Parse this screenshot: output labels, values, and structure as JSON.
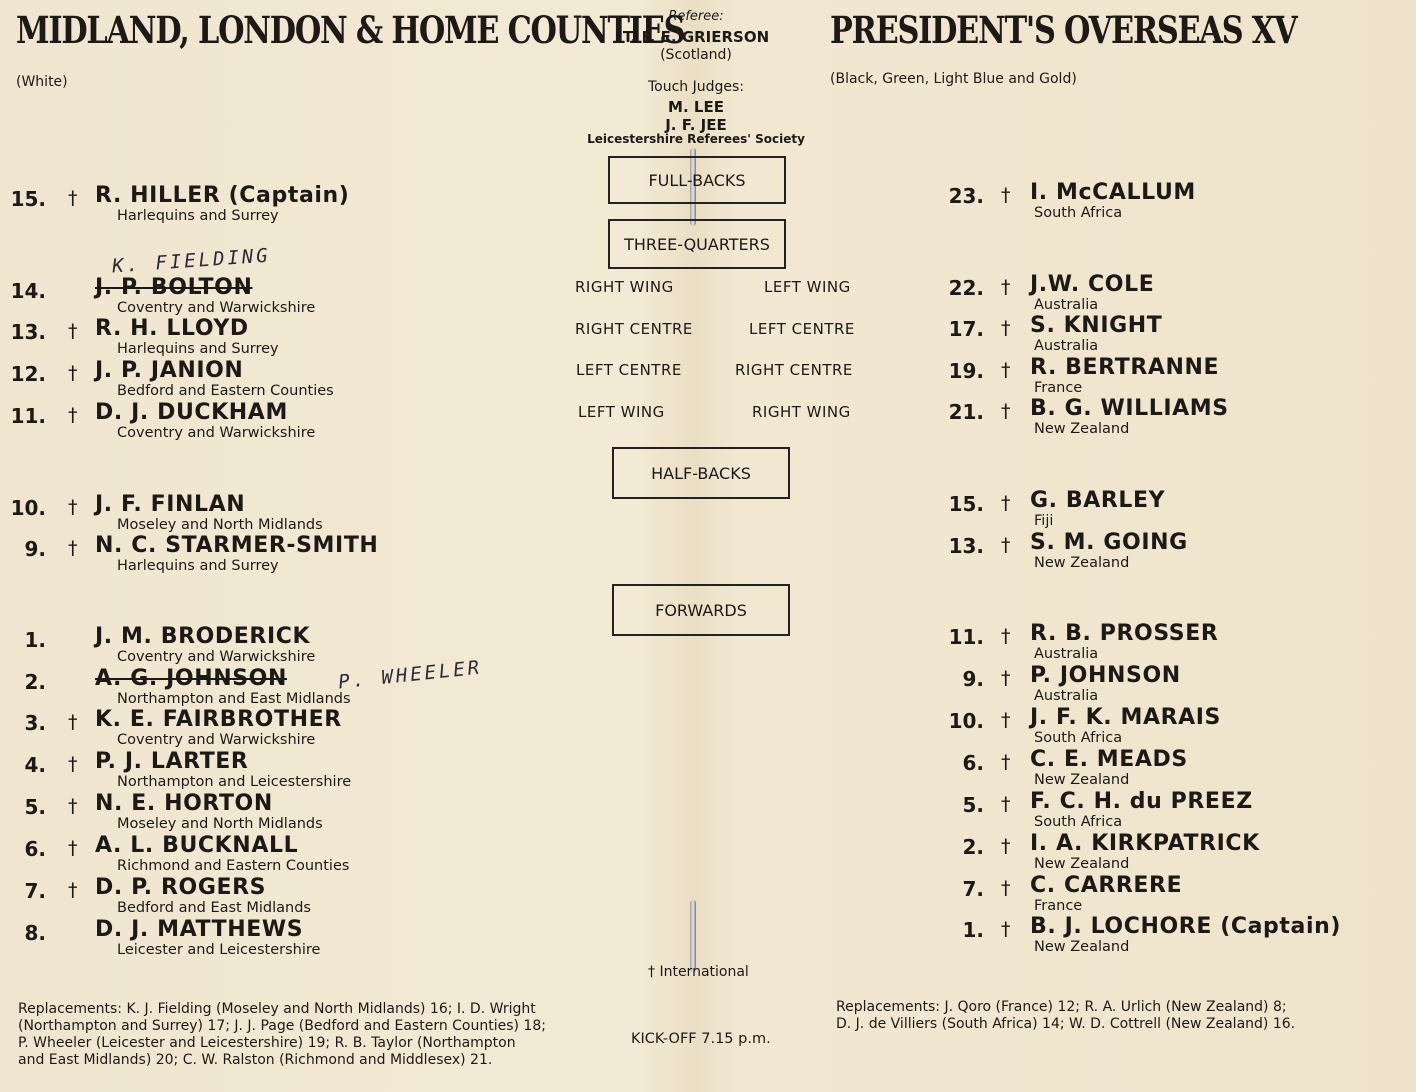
{
  "left_team": {
    "title": "MIDLAND, LONDON & HOME COUNTIES",
    "colours": "(White)",
    "players": [
      {
        "num": "15.",
        "dagger": "†",
        "name": "R. HILLER (Captain)",
        "club": "Harlequins and Surrey",
        "struck": false
      },
      {
        "num": "14.",
        "dagger": "",
        "name": "J. P. BOLTON",
        "club": "Coventry and Warwickshire",
        "struck": true
      },
      {
        "num": "13.",
        "dagger": "†",
        "name": "R. H. LLOYD",
        "club": "Harlequins and Surrey",
        "struck": false
      },
      {
        "num": "12.",
        "dagger": "†",
        "name": "J. P. JANION",
        "club": "Bedford and Eastern Counties",
        "struck": false
      },
      {
        "num": "11.",
        "dagger": "†",
        "name": "D. J. DUCKHAM",
        "club": "Coventry and Warwickshire",
        "struck": false
      },
      {
        "num": "10.",
        "dagger": "†",
        "name": "J. F. FINLAN",
        "club": "Moseley and North Midlands",
        "struck": false
      },
      {
        "num": "9.",
        "dagger": "†",
        "name": "N. C. STARMER-SMITH",
        "club": "Harlequins and Surrey",
        "struck": false
      },
      {
        "num": "1.",
        "dagger": "",
        "name": "J. M. BRODERICK",
        "club": "Coventry and Warwickshire",
        "struck": false
      },
      {
        "num": "2.",
        "dagger": "",
        "name": "A. G. JOHNSON",
        "club": "Northampton and East Midlands",
        "struck": true
      },
      {
        "num": "3.",
        "dagger": "†",
        "name": "K. E. FAIRBROTHER",
        "club": "Coventry and Warwickshire",
        "struck": false
      },
      {
        "num": "4.",
        "dagger": "†",
        "name": "P. J. LARTER",
        "club": "Northampton and Leicestershire",
        "struck": false
      },
      {
        "num": "5.",
        "dagger": "†",
        "name": "N. E. HORTON",
        "club": "Moseley and North Midlands",
        "struck": false
      },
      {
        "num": "6.",
        "dagger": "†",
        "name": "A. L. BUCKNALL",
        "club": "Richmond and Eastern Counties",
        "struck": false
      },
      {
        "num": "7.",
        "dagger": "†",
        "name": "D. P. ROGERS",
        "club": "Bedford and East Midlands",
        "struck": false
      },
      {
        "num": "8.",
        "dagger": "",
        "name": "D. J. MATTHEWS",
        "club": "Leicester and Leicestershire",
        "struck": false
      }
    ],
    "handwritten": [
      "K. FIELDING",
      "P. WHEELER"
    ],
    "replacements": [
      "Replacements: K. J. Fielding (Moseley and North Midlands) 16; I. D. Wright",
      "(Northampton and Surrey) 17; J. J. Page (Bedford and Eastern Counties) 18;",
      "P. Wheeler (Leicester and Leicestershire) 19; R. B. Taylor (Northampton",
      "and East Midlands) 20; C. W. Ralston (Richmond and Middlesex) 21."
    ]
  },
  "right_team": {
    "title": "PRESIDENT'S OVERSEAS XV",
    "colours": "(Black, Green, Light Blue and Gold)",
    "players": [
      {
        "num": "23.",
        "dagger": "†",
        "name": "I. McCALLUM",
        "club": "South Africa"
      },
      {
        "num": "22.",
        "dagger": "†",
        "name": "J.W. COLE",
        "club": "Australia"
      },
      {
        "num": "17.",
        "dagger": "†",
        "name": "S. KNIGHT",
        "club": "Australia"
      },
      {
        "num": "19.",
        "dagger": "†",
        "name": "R. BERTRANNE",
        "club": "France"
      },
      {
        "num": "21.",
        "dagger": "†",
        "name": "B. G. WILLIAMS",
        "club": "New Zealand"
      },
      {
        "num": "15.",
        "dagger": "†",
        "name": "G. BARLEY",
        "club": "Fiji"
      },
      {
        "num": "13.",
        "dagger": "†",
        "name": "S. M. GOING",
        "club": "New Zealand"
      },
      {
        "num": "11.",
        "dagger": "†",
        "name": "R. B. PROSSER",
        "club": "Australia"
      },
      {
        "num": "9.",
        "dagger": "†",
        "name": "P. JOHNSON",
        "club": "Australia"
      },
      {
        "num": "10.",
        "dagger": "†",
        "name": "J. F. K. MARAIS",
        "club": "South Africa"
      },
      {
        "num": "6.",
        "dagger": "†",
        "name": "C. E. MEADS",
        "club": "New Zealand"
      },
      {
        "num": "5.",
        "dagger": "†",
        "name": "F. C. H. du PREEZ",
        "club": "South Africa"
      },
      {
        "num": "2.",
        "dagger": "†",
        "name": "I. A. KIRKPATRICK",
        "club": "New Zealand"
      },
      {
        "num": "7.",
        "dagger": "†",
        "name": "C. CARRERE",
        "club": "France"
      },
      {
        "num": "1.",
        "dagger": "†",
        "name": "B. J. LOCHORE (Captain)",
        "club": "New Zealand"
      }
    ],
    "replacements": [
      "Replacements: J. Qoro (France) 12; R. A. Urlich (New Zealand) 8;",
      "D. J. de Villiers (South Africa) 14; W. D. Cottrell (New Zealand) 16."
    ]
  },
  "officials": {
    "referee_label": "Referee:",
    "referee_name": "T. F. E. GRIERSON",
    "referee_country": "(Scotland)",
    "touch_label": "Touch Judges:",
    "touch_1": "M. LEE",
    "touch_2": "J. F. JEE",
    "touch_society": "Leicestershire Referees' Society"
  },
  "sections": {
    "full_backs": "FULL-BACKS",
    "three_quarters": "THREE-QUARTERS",
    "half_backs": "HALF-BACKS",
    "forwards": "FORWARDS"
  },
  "positions": {
    "left": [
      "RIGHT WING",
      "RIGHT CENTRE",
      "LEFT CENTRE",
      "LEFT WING"
    ],
    "right": [
      "LEFT WING",
      "LEFT CENTRE",
      "RIGHT CENTRE",
      "RIGHT WING"
    ]
  },
  "footer": {
    "international_note": "† International",
    "kickoff": "KICK-OFF 7.15 p.m."
  }
}
